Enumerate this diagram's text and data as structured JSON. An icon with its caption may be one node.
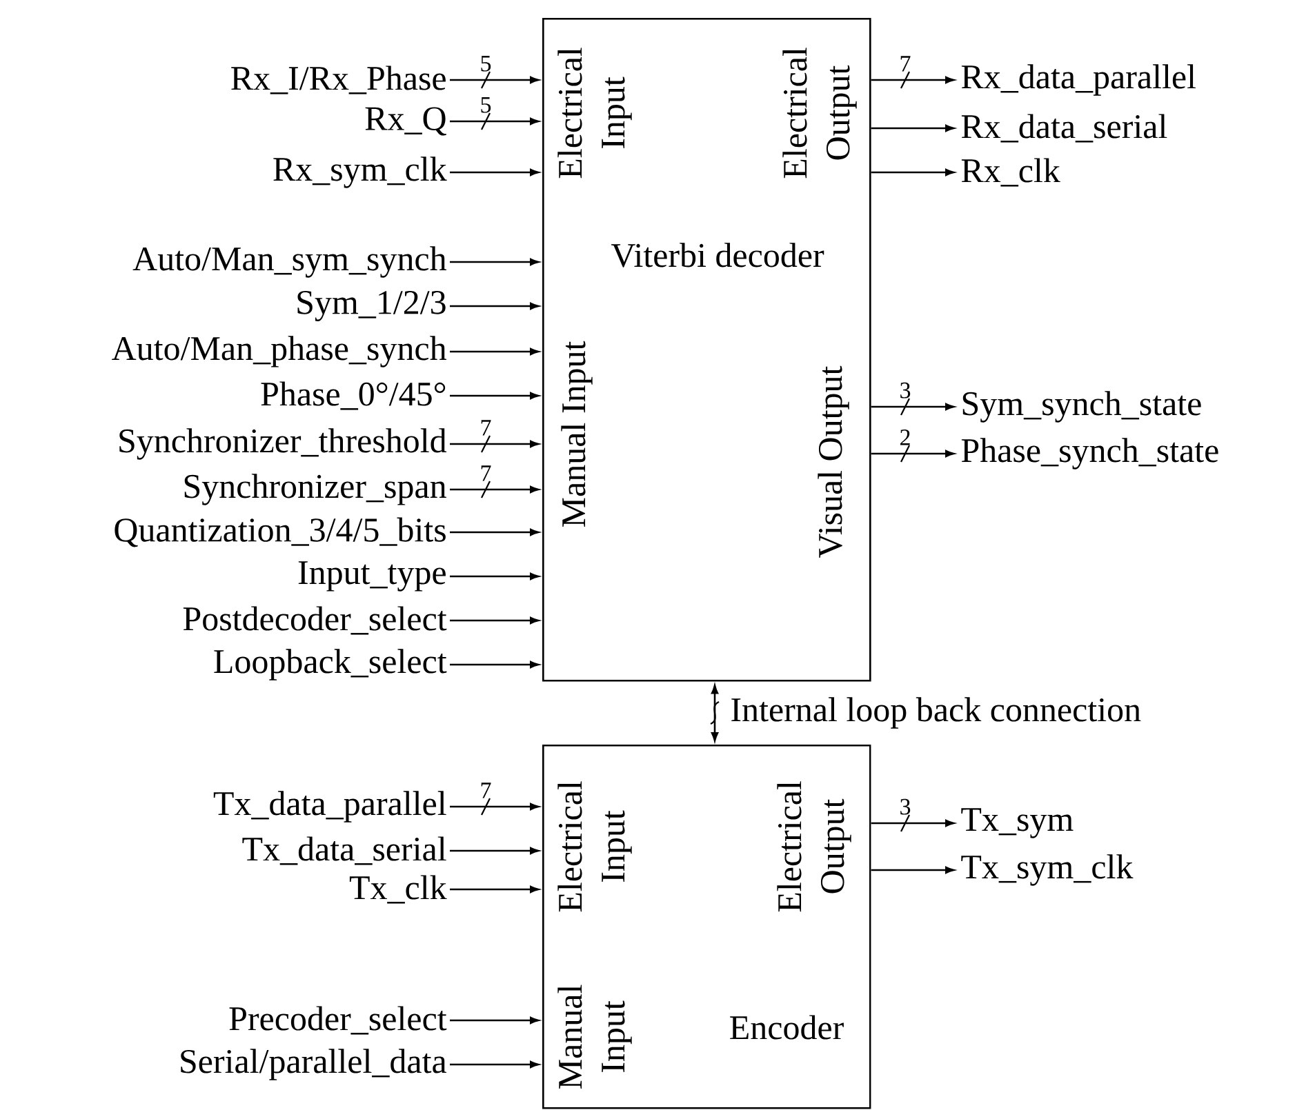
{
  "diagram": {
    "nodes": [
      {
        "text": [
          "Electrical Input",
          "Electrical Output",
          "Viterbi decoder",
          "Manual Input",
          "Visual Output"
        ]
      },
      {
        "text": [
          "Rx_I/Rx_Phase"
        ]
      },
      {
        "text": [
          "Rx_Q"
        ]
      },
      {
        "text": [
          "Rx_sym_clk"
        ]
      },
      {
        "text": [
          "Auto/Man_sym_synch"
        ]
      },
      {
        "text": [
          "Sym_1/2/3"
        ]
      },
      {
        "text": [
          "Auto/Man_phase_synch"
        ]
      },
      {
        "text": [
          "Phase_0°/45°"
        ]
      },
      {
        "text": [
          "Synchronizer_threshold"
        ]
      },
      {
        "text": [
          "Synchronizer_span"
        ]
      },
      {
        "text": [
          "Quantization_3/4/5_bits"
        ]
      },
      {
        "text": [
          "Input_type"
        ]
      },
      {
        "text": [
          "Postdecoder_select"
        ]
      },
      {
        "text": [
          "Loopback_select"
        ]
      },
      {
        "text": [
          "Rx_data_parallel"
        ]
      },
      {
        "text": [
          "Rx_data_serial"
        ]
      },
      {
        "text": [
          "Rx_clk"
        ]
      },
      {
        "text": [
          "Sym_synch_state"
        ]
      },
      {
        "text": [
          "Phase_synch_state"
        ]
      },
      {
        "text": [
          "Electrical Input",
          "Electrical Output",
          "Manual Input",
          "Encoder"
        ]
      },
      {
        "text": [
          "Tx_data_parallel"
        ]
      },
      {
        "text": [
          "Tx_data_serial"
        ]
      },
      {
        "text": [
          "Tx_clk"
        ]
      },
      {
        "text": [
          "Precoder_select"
        ]
      },
      {
        "text": [
          "Serial/parallel_data"
        ]
      },
      {
        "text": [
          "Tx_sym"
        ]
      },
      {
        "text": [
          "Tx_sym_clk"
        ]
      }
    ],
    "edges": [
      {
        "from": 1,
        "to": 0,
        "arrow": "to",
        "label": "5"
      },
      {
        "from": 2,
        "to": 0,
        "arrow": "to",
        "label": "5"
      },
      {
        "from": 3,
        "to": 0,
        "arrow": "to"
      },
      {
        "from": 4,
        "to": 0,
        "arrow": "to"
      },
      {
        "from": 5,
        "to": 0,
        "arrow": "to"
      },
      {
        "from": 6,
        "to": 0,
        "arrow": "to"
      },
      {
        "from": 7,
        "to": 0,
        "arrow": "to"
      },
      {
        "from": 8,
        "to": 0,
        "arrow": "to",
        "label": "7"
      },
      {
        "from": 9,
        "to": 0,
        "arrow": "to",
        "label": "7"
      },
      {
        "from": 10,
        "to": 0,
        "arrow": "to"
      },
      {
        "from": 11,
        "to": 0,
        "arrow": "to"
      },
      {
        "from": 12,
        "to": 0,
        "arrow": "to"
      },
      {
        "from": 13,
        "to": 0,
        "arrow": "to"
      },
      {
        "from": 0,
        "to": 14,
        "arrow": "to",
        "label": "7"
      },
      {
        "from": 0,
        "to": 15,
        "arrow": "to"
      },
      {
        "from": 0,
        "to": 16,
        "arrow": "to"
      },
      {
        "from": 0,
        "to": 17,
        "arrow": "to",
        "label": "3"
      },
      {
        "from": 0,
        "to": 18,
        "arrow": "to",
        "label": "2"
      },
      {
        "from": 19,
        "to": 0,
        "arrow": "both",
        "label": "Internal loop back connection"
      },
      {
        "from": 20,
        "to": 19,
        "arrow": "to",
        "label": "7"
      },
      {
        "from": 21,
        "to": 19,
        "arrow": "to"
      },
      {
        "from": 22,
        "to": 19,
        "arrow": "to"
      },
      {
        "from": 23,
        "to": 19,
        "arrow": "to"
      },
      {
        "from": 24,
        "to": 19,
        "arrow": "to"
      },
      {
        "from": 19,
        "to": 25,
        "arrow": "to",
        "label": "3"
      },
      {
        "from": 19,
        "to": 26,
        "arrow": "to"
      }
    ]
  }
}
